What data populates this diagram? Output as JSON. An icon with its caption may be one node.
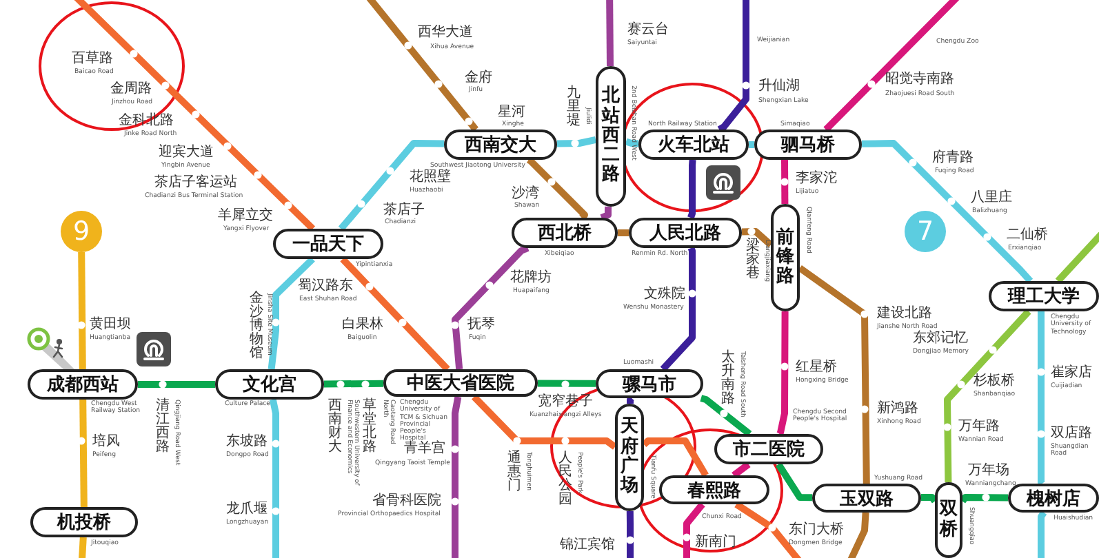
{
  "diagram": {
    "nodes": [
      {
        "text": [
          "一品天下"
        ],
        "beside": [
          "Yipintianxia"
        ]
      },
      {
        "text": [
          "西南交大"
        ],
        "beside": [
          "Southwest Jiaotong University"
        ]
      },
      {
        "text": [
          "北站西二路"
        ]
      },
      {
        "text": [
          "火车北站"
        ],
        "beside": [
          "North Railway Station"
        ]
      },
      {
        "text": [
          "驷马桥"
        ],
        "beside": [
          "Simaqiao"
        ]
      },
      {
        "text": [
          "西北桥"
        ],
        "beside": [
          "Xibeiqiao"
        ]
      },
      {
        "text": [
          "人民北路"
        ],
        "beside": [
          "Renmin Rd. North"
        ]
      },
      {
        "text": [
          "前锋路"
        ],
        "beside": [
          "Qianfeng Road"
        ]
      },
      {
        "text": [
          "成都西站"
        ],
        "beside": [
          "Chengdu West Railway Station"
        ]
      },
      {
        "text": [
          "文化宫"
        ],
        "beside": [
          "Culture Palace"
        ]
      },
      {
        "text": [
          "中医大省医院"
        ],
        "beside": [
          "Chengdu University of TCM & Sichuan Provincial People's Hospital"
        ]
      },
      {
        "text": [
          "骡马市"
        ],
        "beside": [
          "Luomashi"
        ]
      },
      {
        "text": [
          "天府广场"
        ],
        "beside": [
          "Tianfu Square"
        ]
      },
      {
        "text": [
          "市二医院"
        ],
        "beside": [
          "Chengdu Second People's Hospital"
        ]
      },
      {
        "text": [
          "春熙路"
        ],
        "beside": [
          "Chunxi Road"
        ]
      },
      {
        "text": [
          "玉双路"
        ],
        "beside": [
          "Yushuang Road"
        ]
      },
      {
        "text": [
          "双桥"
        ],
        "beside": [
          "Shuangqiao"
        ]
      },
      {
        "text": [
          "槐树店"
        ],
        "beside": [
          "Huaishudian"
        ]
      },
      {
        "text": [
          "理工大学"
        ],
        "beside": [
          "Chengdu University of Technology"
        ]
      },
      {
        "text": [
          "机投桥"
        ],
        "beside": [
          "Jitouqiao"
        ]
      },
      {
        "text": [
          "9"
        ]
      }
    ],
    "edges": [
      {
        "from": 20,
        "to": 8,
        "arrow": "none",
        "color": "#f0b31c"
      },
      {
        "from": 8,
        "to": 19,
        "arrow": "none",
        "color": "#f0b31c"
      },
      {
        "from": 19,
        "to": null,
        "arrow": "none",
        "color": "#f0b31c"
      },
      {
        "from": 8,
        "to": 9,
        "arrow": "none",
        "color": "#0aa84f"
      },
      {
        "from": 9,
        "to": 10,
        "arrow": "none",
        "color": "#0aa84f"
      },
      {
        "from": 10,
        "to": 11,
        "arrow": "none",
        "color": "#0aa84f"
      },
      {
        "from": 11,
        "to": 13,
        "arrow": "none",
        "color": "#0aa84f"
      },
      {
        "from": 13,
        "to": 15,
        "arrow": "none",
        "color": "#0aa84f"
      },
      {
        "from": 15,
        "to": 16,
        "arrow": "none",
        "color": "#0aa84f"
      },
      {
        "from": 16,
        "to": 17,
        "arrow": "none",
        "color": "#0aa84f"
      },
      {
        "from": null,
        "to": 9,
        "arrow": "none",
        "color": "#5ccde0"
      },
      {
        "from": 9,
        "to": 0,
        "arrow": "none",
        "color": "#5ccde0"
      },
      {
        "from": 0,
        "to": 1,
        "arrow": "none",
        "color": "#5ccde0"
      },
      {
        "from": 1,
        "to": 2,
        "arrow": "none",
        "color": "#5ccde0"
      },
      {
        "from": 2,
        "to": 3,
        "arrow": "none",
        "color": "#5ccde0"
      },
      {
        "from": 3,
        "to": 4,
        "arrow": "none",
        "color": "#5ccde0"
      },
      {
        "from": 4,
        "to": 18,
        "arrow": "none",
        "color": "#5ccde0"
      },
      {
        "from": 18,
        "to": 17,
        "arrow": "none",
        "color": "#5ccde0"
      },
      {
        "from": 17,
        "to": null,
        "arrow": "none",
        "color": "#5ccde0"
      },
      {
        "from": null,
        "to": 0,
        "arrow": "none",
        "color": "#f26a30"
      },
      {
        "from": 0,
        "to": 10,
        "arrow": "none",
        "color": "#f26a30"
      },
      {
        "from": 10,
        "to": 12,
        "arrow": "none",
        "color": "#f26a30"
      },
      {
        "from": 12,
        "to": 14,
        "arrow": "none",
        "color": "#f26a30"
      },
      {
        "from": 14,
        "to": null,
        "arrow": "none",
        "color": "#f26a30"
      },
      {
        "from": null,
        "to": 2,
        "arrow": "none",
        "color": "#9b3f97"
      },
      {
        "from": 2,
        "to": 5,
        "arrow": "none",
        "color": "#9b3f97"
      },
      {
        "from": 5,
        "to": 10,
        "arrow": "none",
        "color": "#9b3f97"
      },
      {
        "from": 10,
        "to": null,
        "arrow": "none",
        "color": "#9b3f97"
      },
      {
        "from": null,
        "to": 1,
        "arrow": "none",
        "color": "#b5742b"
      },
      {
        "from": 1,
        "to": 5,
        "arrow": "none",
        "color": "#b5742b"
      },
      {
        "from": 5,
        "to": 6,
        "arrow": "none",
        "color": "#b5742b"
      },
      {
        "from": 6,
        "to": 7,
        "arrow": "none",
        "color": "#b5742b"
      },
      {
        "from": 7,
        "to": 15,
        "arrow": "none",
        "color": "#b5742b"
      },
      {
        "from": 15,
        "to": null,
        "arrow": "none",
        "color": "#b5742b"
      },
      {
        "from": null,
        "to": 3,
        "arrow": "none",
        "color": "#3b1f9a"
      },
      {
        "from": 3,
        "to": 6,
        "arrow": "none",
        "color": "#3b1f9a"
      },
      {
        "from": 6,
        "to": 11,
        "arrow": "none",
        "color": "#3b1f9a"
      },
      {
        "from": 11,
        "to": 12,
        "arrow": "none",
        "color": "#3b1f9a"
      },
      {
        "from": 12,
        "to": null,
        "arrow": "none",
        "color": "#3b1f9a"
      },
      {
        "from": null,
        "to": 4,
        "arrow": "none",
        "color": "#d8177b"
      },
      {
        "from": 4,
        "to": 7,
        "arrow": "none",
        "color": "#d8177b"
      },
      {
        "from": 7,
        "to": 13,
        "arrow": "none",
        "color": "#d8177b"
      },
      {
        "from": 13,
        "to": 14,
        "arrow": "none",
        "color": "#d8177b"
      },
      {
        "from": 14,
        "to": null,
        "arrow": "none",
        "color": "#d8177b"
      },
      {
        "from": null,
        "to": 18,
        "arrow": "none",
        "color": "#8dc63f"
      },
      {
        "from": 18,
        "to": 16,
        "arrow": "none",
        "color": "#8dc63f"
      }
    ],
    "labels": [
      "西华大道",
      "赛云台",
      "Xihua Avenue",
      "Saiyuntai",
      "Weijianian",
      "Chengdu Zoo",
      "百草路",
      "Baicao Road",
      "金府",
      "昭觉寺南路",
      "金周路",
      "Jinfu",
      "升仙湖",
      "Shengxian Lake",
      "Zhaojuesi Road South",
      "Jinzhou Road",
      "九里堤",
      "金科北路",
      "星河",
      "Xinghe",
      "Jiulidi",
      "2nd Beizhan Road West",
      "Jinke Road North",
      "迎宾大道",
      "府青路",
      "Yingbin Avenue",
      "Fuqing Road",
      "茶店子客运站",
      "花照壁",
      "李家沱",
      "Chadianzi Bus Terminal Station",
      "Huazhaobi",
      "沙湾",
      "Lijiatuo",
      "八里庄",
      "茶店子",
      "Shawan",
      "Balizhuang",
      "羊犀立交",
      "Chadianzi",
      "Yangxi Flyover",
      "7",
      "二仙桥",
      "梁家巷",
      "Liangjiaxiang",
      "Erxianqiao",
      "蜀汉路东",
      "花牌坊",
      "Huapaifang",
      "文殊院",
      "East Shuhan Road",
      "Wenshu Monastery",
      "建设北路",
      "黄田坝",
      "金沙博物馆",
      "Jinsha Site Museum",
      "白果林",
      "抚琴",
      "Jianshe North Road",
      "Huangtianba",
      "Baiguolin",
      "Fuqin",
      "东郊记忆",
      "Dongjiao Memory",
      "红星桥",
      "崔家店",
      "太升南路",
      "Taisheng Road South",
      "Hongxing Bridge",
      "杉板桥",
      "Cuijiadian",
      "Shanbanqiao",
      "宽窄巷子",
      "新鸿路",
      "Kuanzhaixiangzi Alleys",
      "Xinhong Road",
      "清江西路",
      "Qingjiang Road West",
      "西南财大",
      "Southwestern University of Finance and Economics",
      "草堂北路",
      "Caotang Road North",
      "万年路",
      "双店路",
      "培风",
      "东坡路",
      "青羊宫",
      "Wannian Road",
      "Shuangdian Road",
      "Peifeng",
      "Dongpo Road",
      "Qingyang Taoist Temple",
      "通惠门",
      "Tonghuimen",
      "人民公园",
      "People's Park",
      "万年场",
      "Wanniangchang",
      "龙爪堰",
      "省骨科医院",
      "Provincial Orthopaedics Hospital",
      "Longzhuayan",
      "锦江宾馆",
      "新南门",
      "东门大桥",
      "Dongmen Bridge"
    ]
  }
}
